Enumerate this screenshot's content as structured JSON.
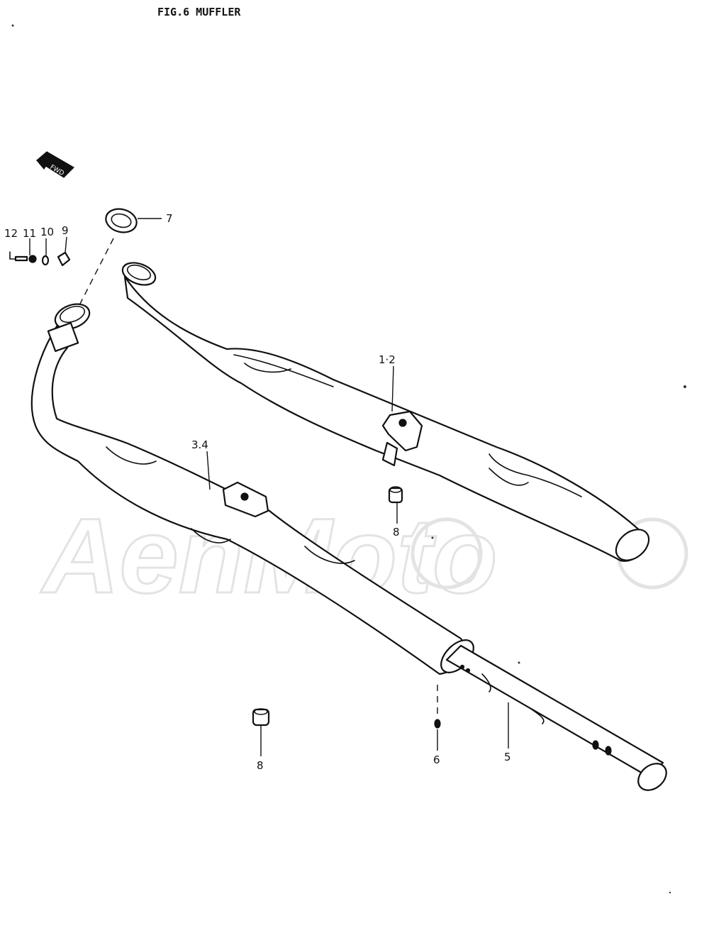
{
  "figure": {
    "title": "FIG.6  MUFFLER",
    "watermark": "AenMoto",
    "front_marker": "FWD",
    "callouts": [
      {
        "id": "7",
        "label": "7"
      },
      {
        "id": "12",
        "label": "12"
      },
      {
        "id": "11",
        "label": "11"
      },
      {
        "id": "10",
        "label": "10"
      },
      {
        "id": "9",
        "label": "9"
      },
      {
        "id": "1-2",
        "label": "1·2"
      },
      {
        "id": "3-4",
        "label": "3.4"
      },
      {
        "id": "8a",
        "label": "8"
      },
      {
        "id": "8b",
        "label": "8"
      },
      {
        "id": "6",
        "label": "6"
      },
      {
        "id": "5",
        "label": "5"
      }
    ]
  },
  "colors": {
    "ink": "#111111",
    "paper": "#ffffff",
    "watermark": "#e3e3e3"
  }
}
